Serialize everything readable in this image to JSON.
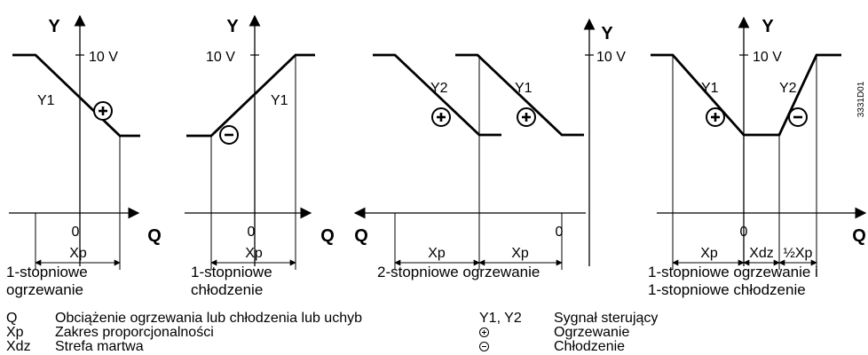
{
  "axis": {
    "y": "Y",
    "q": "Q",
    "ten_v": "10 V",
    "zero": "0"
  },
  "signals": {
    "y1": "Y1",
    "y2": "Y2"
  },
  "bands": {
    "xp": "Xp",
    "xdz": "Xdz",
    "half_xp": "½Xp"
  },
  "ref_code": "3331D01",
  "captions": {
    "c1_l1": "1-stopniowe",
    "c1_l2": "ogrzewanie",
    "c2_l1": "1-stopniowe",
    "c2_l2": "chłodzenie",
    "c3": "2-stopniowe ogrzewanie",
    "c4_l1": "1-stopniowe ogrzewanie i",
    "c4_l2": "1-stopniowe chłodzenie"
  },
  "legend": {
    "q_key": "Q",
    "q_desc": "Obciążenie ogrzewania lub chłodzenia lub uchyb",
    "xp_key": "Xp",
    "xp_desc": "Zakres proporcjonalności",
    "xdz_key": "Xdz",
    "xdz_desc": "Strefa martwa",
    "y_key": "Y1, Y2",
    "y_desc": "Sygnał sterujący",
    "heat_desc": "Ogrzewanie",
    "cool_desc": "Chłodzenie"
  },
  "icons": {
    "heating": "plus-circle-icon",
    "cooling": "minus-circle-icon"
  }
}
